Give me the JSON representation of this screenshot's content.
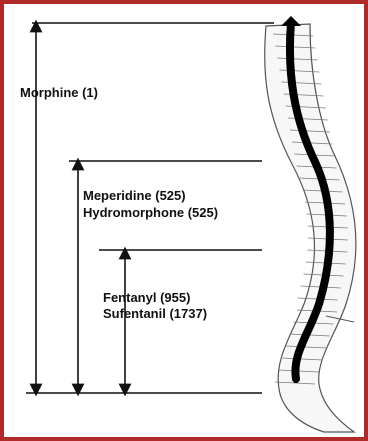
{
  "colors": {
    "border": "#b02a2a",
    "line": "#111111",
    "spine_outline": "#555555",
    "cord": "#000000"
  },
  "labels": {
    "morphine": "Morphine (1)",
    "meperidine": "Meperidine (525)",
    "hydromorphone": "Hydromorphone (525)",
    "fentanyl": "Fentanyl (955)",
    "sufentanil": "Sufentanil (1737)"
  }
}
